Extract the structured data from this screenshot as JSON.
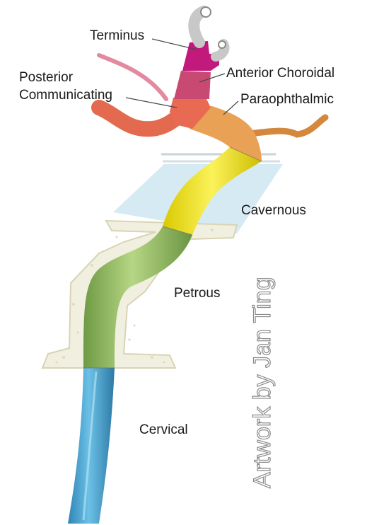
{
  "labels": {
    "terminus": "Terminus",
    "anterior_choroidal": "Anterior Choroidal",
    "posterior_communicating_1": "Posterior",
    "posterior_communicating_2": "Communicating",
    "paraophthalmic": "Paraophthalmic",
    "cavernous": "Cavernous",
    "petrous": "Petrous",
    "cervical": "Cervical"
  },
  "credit": "Artwork by Jan Ting",
  "colors": {
    "cervical": "#4aa3cf",
    "petrous": "#8fb85e",
    "cavernous": "#e9dc1c",
    "paraophthalmic": "#e8a050",
    "communicating": "#e46a4f",
    "choroidal": "#c64a72",
    "terminus": "#c2197c",
    "branch_gray": "#bfbfbf",
    "bone": "#f1efdf",
    "sinus": "#cfe6f2"
  }
}
